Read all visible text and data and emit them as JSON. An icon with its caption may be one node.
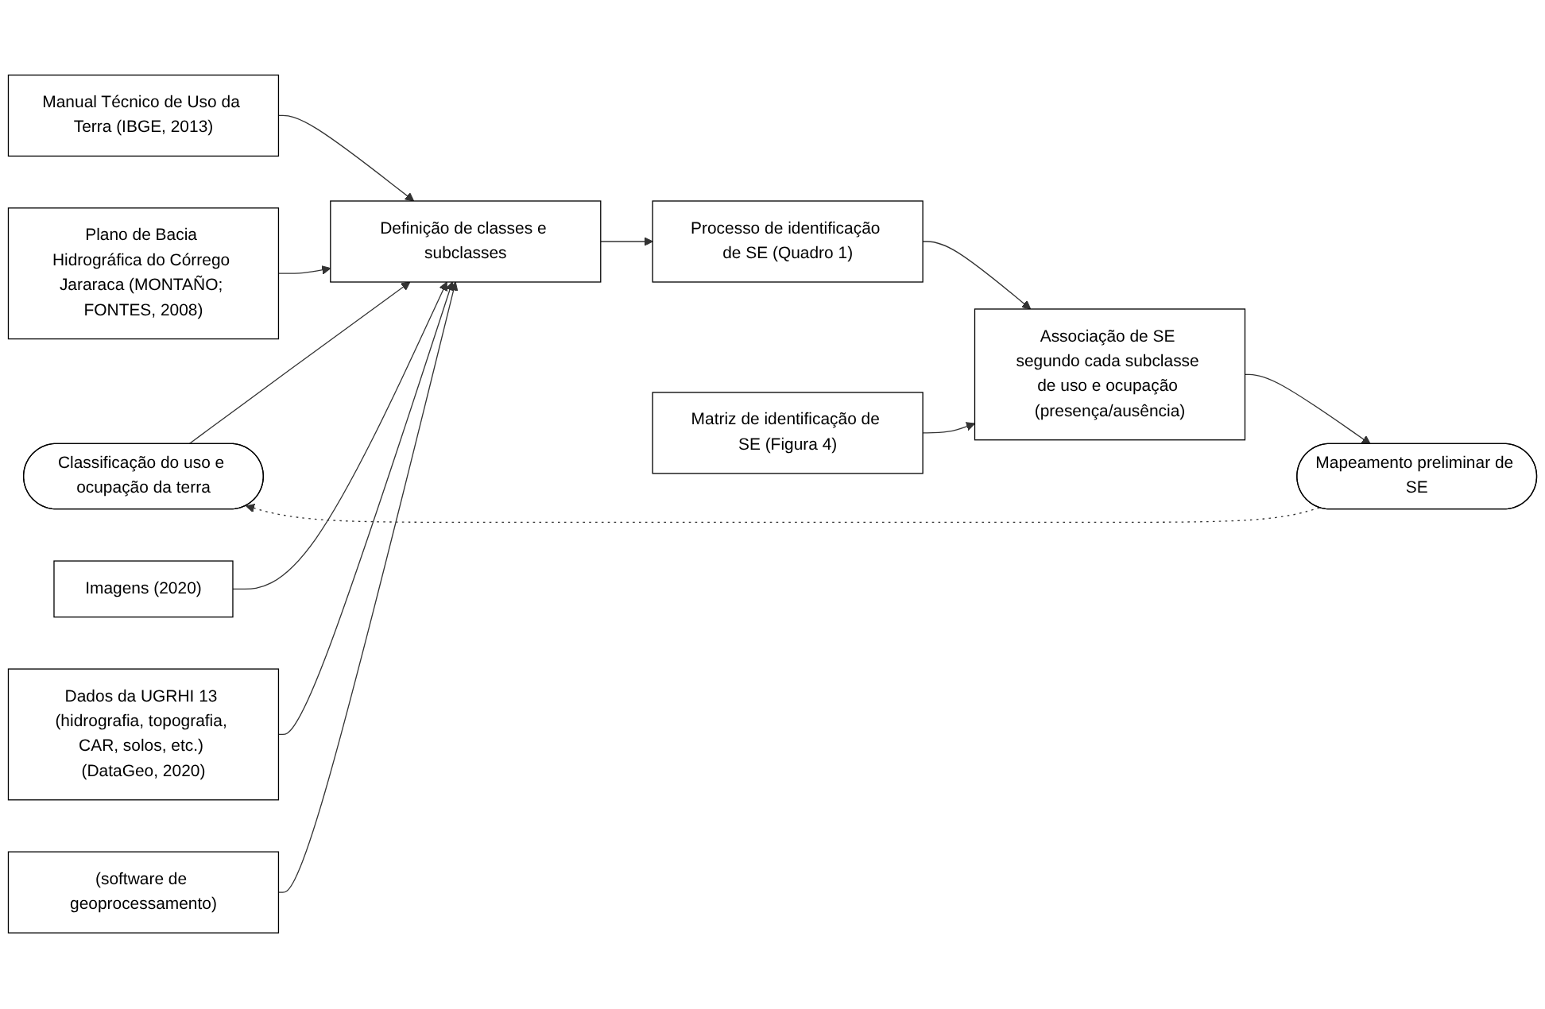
{
  "diagram": {
    "nodes": [
      {
        "text": [
          "Classificação do uso e ocupação da terra"
        ]
      },
      {
        "text": [
          "Manual Técnico de Uso da Terra (IBGE, 2013)"
        ]
      },
      {
        "text": [
          "Plano de Bacia Hidrográfica do Córrego Jararaca (MONTAÑO; FONTES, 2008)"
        ]
      },
      {
        "text": [
          "Imagens (2020)"
        ]
      },
      {
        "text": [
          "Dados da UGRHI 13 (hidrografia, topografia, CAR, solos, etc.) (DataGeo, 2020)"
        ]
      },
      {
        "text": [
          "(software de geoprocessamento)"
        ]
      },
      {
        "text": [
          "Definição de classes e subclasses"
        ]
      },
      {
        "text": [
          "Processo de identificação de SE (Quadro 1)"
        ]
      },
      {
        "text": [
          "Matriz de identificação de SE (Figura 4)"
        ]
      },
      {
        "text": [
          "Associação de SE segundo cada subclasse de uso e ocupação (presença/ausência)"
        ]
      },
      {
        "text": [
          "Mapeamento preliminar de SE"
        ]
      }
    ],
    "edges": [
      {
        "from": 0,
        "to": 6,
        "arrow": "to"
      },
      {
        "from": 1,
        "to": 6,
        "arrow": "to"
      },
      {
        "from": 2,
        "to": 6,
        "arrow": "to"
      },
      {
        "from": 3,
        "to": 6,
        "arrow": "to"
      },
      {
        "from": 4,
        "to": 6,
        "arrow": "to"
      },
      {
        "from": 5,
        "to": 6,
        "arrow": "to"
      },
      {
        "from": 6,
        "to": 7,
        "arrow": "to"
      },
      {
        "from": 7,
        "to": 9,
        "arrow": "to"
      },
      {
        "from": 8,
        "to": 9,
        "arrow": "to"
      },
      {
        "from": 9,
        "to": 10,
        "arrow": "to"
      },
      {
        "from": 10,
        "to": 0,
        "arrow": "to",
        "style": "dashed"
      }
    ]
  }
}
